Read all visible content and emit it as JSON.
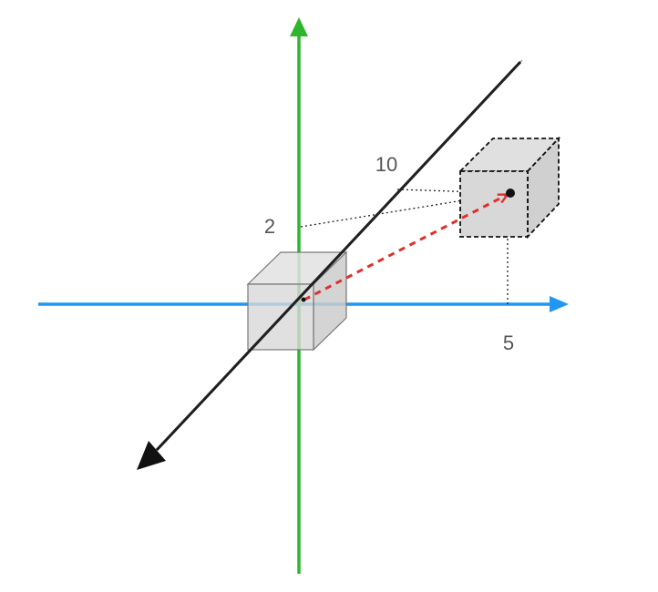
{
  "labels": {
    "y_value": "2",
    "z_value": "10",
    "x_value": "5"
  },
  "colors": {
    "x_axis": "#2196f3",
    "y_axis": "#2eb52e",
    "z_axis": "#111111",
    "translation_vector": "#e0302a",
    "cube_fill": "#d6d6d6",
    "guide_lines": "#222222"
  }
}
